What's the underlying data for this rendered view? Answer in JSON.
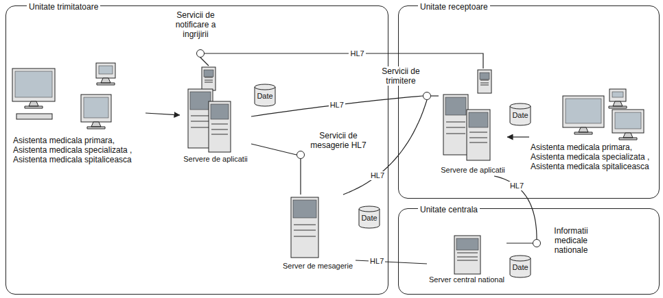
{
  "diagram": {
    "nodes": [
      {
        "text": [
          "Unitate trimitatoare"
        ]
      },
      {
        "text": [
          "Asistenta medicala primara, Asistenta medicala specializata , Asistenta medicala spitaliceasca"
        ],
        "in": 0
      },
      {
        "text": [
          "Servicii de notificare a ingrijirii"
        ],
        "in": 0
      },
      {
        "text": [
          "Servere de aplicatii"
        ],
        "in": 0
      },
      {
        "text": [
          "Date"
        ],
        "in": 0
      },
      {
        "text": [
          "Servicii de mesagerie HL7"
        ],
        "in": 0
      },
      {
        "text": [
          "Server de mesagerie"
        ],
        "in": 0
      },
      {
        "text": [
          "Date"
        ],
        "in": 0
      },
      {
        "text": [
          "Unitate receptoare"
        ]
      },
      {
        "text": [
          "Servicii de trimitere"
        ],
        "in": 8
      },
      {
        "text": [
          "Servere de aplicatii"
        ],
        "in": 8
      },
      {
        "text": [
          "Date"
        ],
        "in": 8
      },
      {
        "text": [
          "Asistenta medicala primara, Asistenta medicala specializata , Asistenta medicala spitaliceasca"
        ],
        "in": 8
      },
      {
        "text": [
          "Unitate centrala"
        ]
      },
      {
        "text": [
          "Informatii medicale nationale"
        ],
        "in": 13
      },
      {
        "text": [
          "Server central national"
        ],
        "in": 13
      },
      {
        "text": [
          "Date"
        ],
        "in": 13
      }
    ],
    "edges": [
      {
        "from": 1,
        "to": 3,
        "arrow": "to"
      },
      {
        "from": 3,
        "to": 2,
        "arrow": "none"
      },
      {
        "from": 10,
        "to": 2,
        "label": "HL7",
        "arrow": "none"
      },
      {
        "from": 3,
        "to": 9,
        "label": "HL7",
        "arrow": "none"
      },
      {
        "from": 9,
        "to": 10,
        "arrow": "none"
      },
      {
        "from": 3,
        "to": 5,
        "arrow": "none"
      },
      {
        "from": 5,
        "to": 6,
        "arrow": "none"
      },
      {
        "from": 6,
        "to": 9,
        "label": "HL7",
        "arrow": "none"
      },
      {
        "from": 6,
        "to": 15,
        "label": "HL7",
        "arrow": "none"
      },
      {
        "from": 12,
        "to": 10,
        "arrow": "to"
      },
      {
        "from": 10,
        "to": 14,
        "label": "HL7",
        "arrow": "none"
      },
      {
        "from": 14,
        "to": 15,
        "arrow": "none"
      }
    ]
  }
}
